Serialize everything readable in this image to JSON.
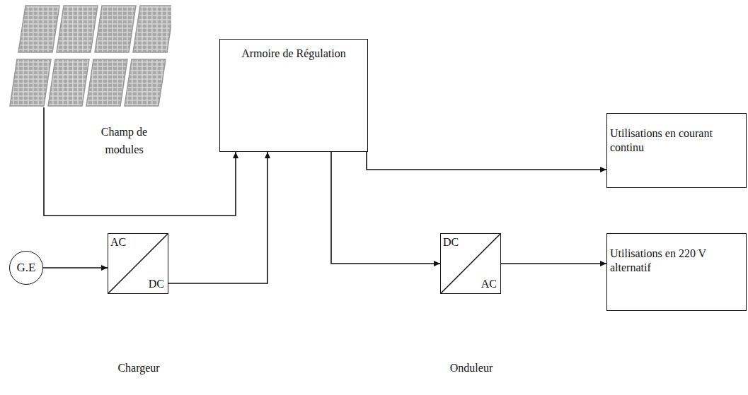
{
  "diagram": {
    "nodes": [
      {
        "text": [
          "Champ de modules"
        ]
      },
      {
        "text": [
          "G.E"
        ]
      },
      {
        "text": [
          "AC",
          "DC",
          "Chargeur"
        ]
      },
      {
        "text": [
          "Armoire de Régulation"
        ]
      },
      {
        "text": [
          "DC",
          "AC",
          "Onduleur"
        ]
      },
      {
        "text": [
          "Utilisations en courant continu"
        ]
      },
      {
        "text": [
          "Utilisations en 220 V alternatif"
        ]
      }
    ],
    "edges": [
      {
        "from": 0,
        "to": 3,
        "arrow": "to"
      },
      {
        "from": 1,
        "to": 2,
        "arrow": "to"
      },
      {
        "from": 2,
        "to": 3,
        "arrow": "to"
      },
      {
        "from": 3,
        "to": 5,
        "arrow": "to"
      },
      {
        "from": 3,
        "to": 4,
        "arrow": "to"
      },
      {
        "from": 4,
        "to": 6,
        "arrow": "to"
      }
    ]
  }
}
